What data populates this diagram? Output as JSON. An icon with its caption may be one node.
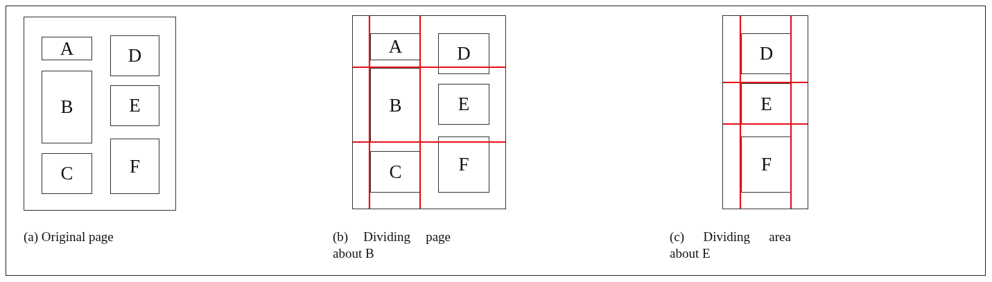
{
  "diagram": {
    "nodes": [
      {
        "text": [],
        "shape": "box"
      },
      {
        "text": [
          "A"
        ],
        "in": 0
      },
      {
        "text": [
          "D"
        ],
        "in": 0
      },
      {
        "text": [
          "B"
        ],
        "in": 0
      },
      {
        "text": [
          "E"
        ],
        "in": 0
      },
      {
        "text": [
          "C"
        ],
        "in": 0
      },
      {
        "text": [
          "F"
        ],
        "in": 0
      },
      {
        "text": [],
        "shape": "box"
      },
      {
        "text": [
          "A"
        ],
        "in": 7
      },
      {
        "text": [
          "D"
        ],
        "in": 7
      },
      {
        "text": [
          "B"
        ],
        "in": 7
      },
      {
        "text": [
          "E"
        ],
        "in": 7
      },
      {
        "text": [
          "C"
        ],
        "in": 7
      },
      {
        "text": [
          "F"
        ],
        "in": 7
      },
      {
        "text": [],
        "shape": "box"
      },
      {
        "text": [
          "D"
        ],
        "in": 14
      },
      {
        "text": [
          "E"
        ],
        "in": 14
      },
      {
        "text": [
          "F"
        ],
        "in": 14
      }
    ],
    "labels": [
      "(a) Original page",
      "(b) Dividing page about B",
      "(c) Dividing area about E"
    ]
  }
}
